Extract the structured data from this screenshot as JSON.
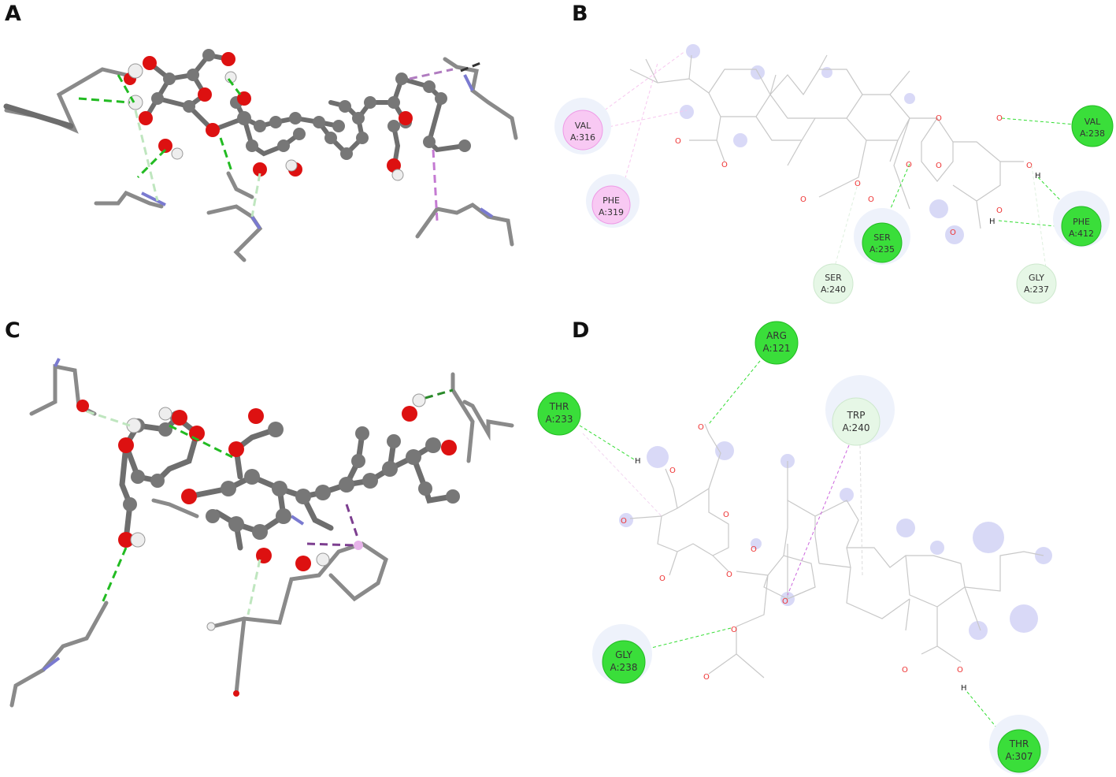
{
  "panels": {
    "A": {
      "letter": "A"
    },
    "B": {
      "letter": "B"
    },
    "C": {
      "letter": "C"
    },
    "D": {
      "letter": "D"
    }
  },
  "residues_B": [
    {
      "name": "VAL",
      "num": "A:316",
      "kind": "pi-alkyl"
    },
    {
      "name": "PHE",
      "num": "A:319",
      "kind": "pi-alkyl"
    },
    {
      "name": "SER",
      "num": "A:235",
      "kind": "hbond"
    },
    {
      "name": "SER",
      "num": "A:240",
      "kind": "carbon-hbond"
    },
    {
      "name": "VAL",
      "num": "A:238",
      "kind": "hbond"
    },
    {
      "name": "PHE",
      "num": "A:412",
      "kind": "hbond"
    },
    {
      "name": "GLY",
      "num": "A:237",
      "kind": "carbon-hbond"
    }
  ],
  "residues_D": [
    {
      "name": "ARG",
      "num": "A:121",
      "kind": "hbond"
    },
    {
      "name": "THR",
      "num": "A:233",
      "kind": "hbond"
    },
    {
      "name": "TRP",
      "num": "A:240",
      "kind": "carbon-hbond"
    },
    {
      "name": "GLY",
      "num": "A:238",
      "kind": "hbond"
    },
    {
      "name": "THR",
      "num": "A:307",
      "kind": "hbond"
    }
  ],
  "atom_labels": {
    "oxygen": "O",
    "hydrogen": "H"
  },
  "colors": {
    "hbond": "#33dd33",
    "carbon_hbond": "#dff5df",
    "pi_alkyl": "#f7b7f0",
    "carbon": "#7a7a7a",
    "oxygen": "#dd1111",
    "nitrogen": "#8888ee",
    "bond_2d": "#bdbdbd"
  }
}
